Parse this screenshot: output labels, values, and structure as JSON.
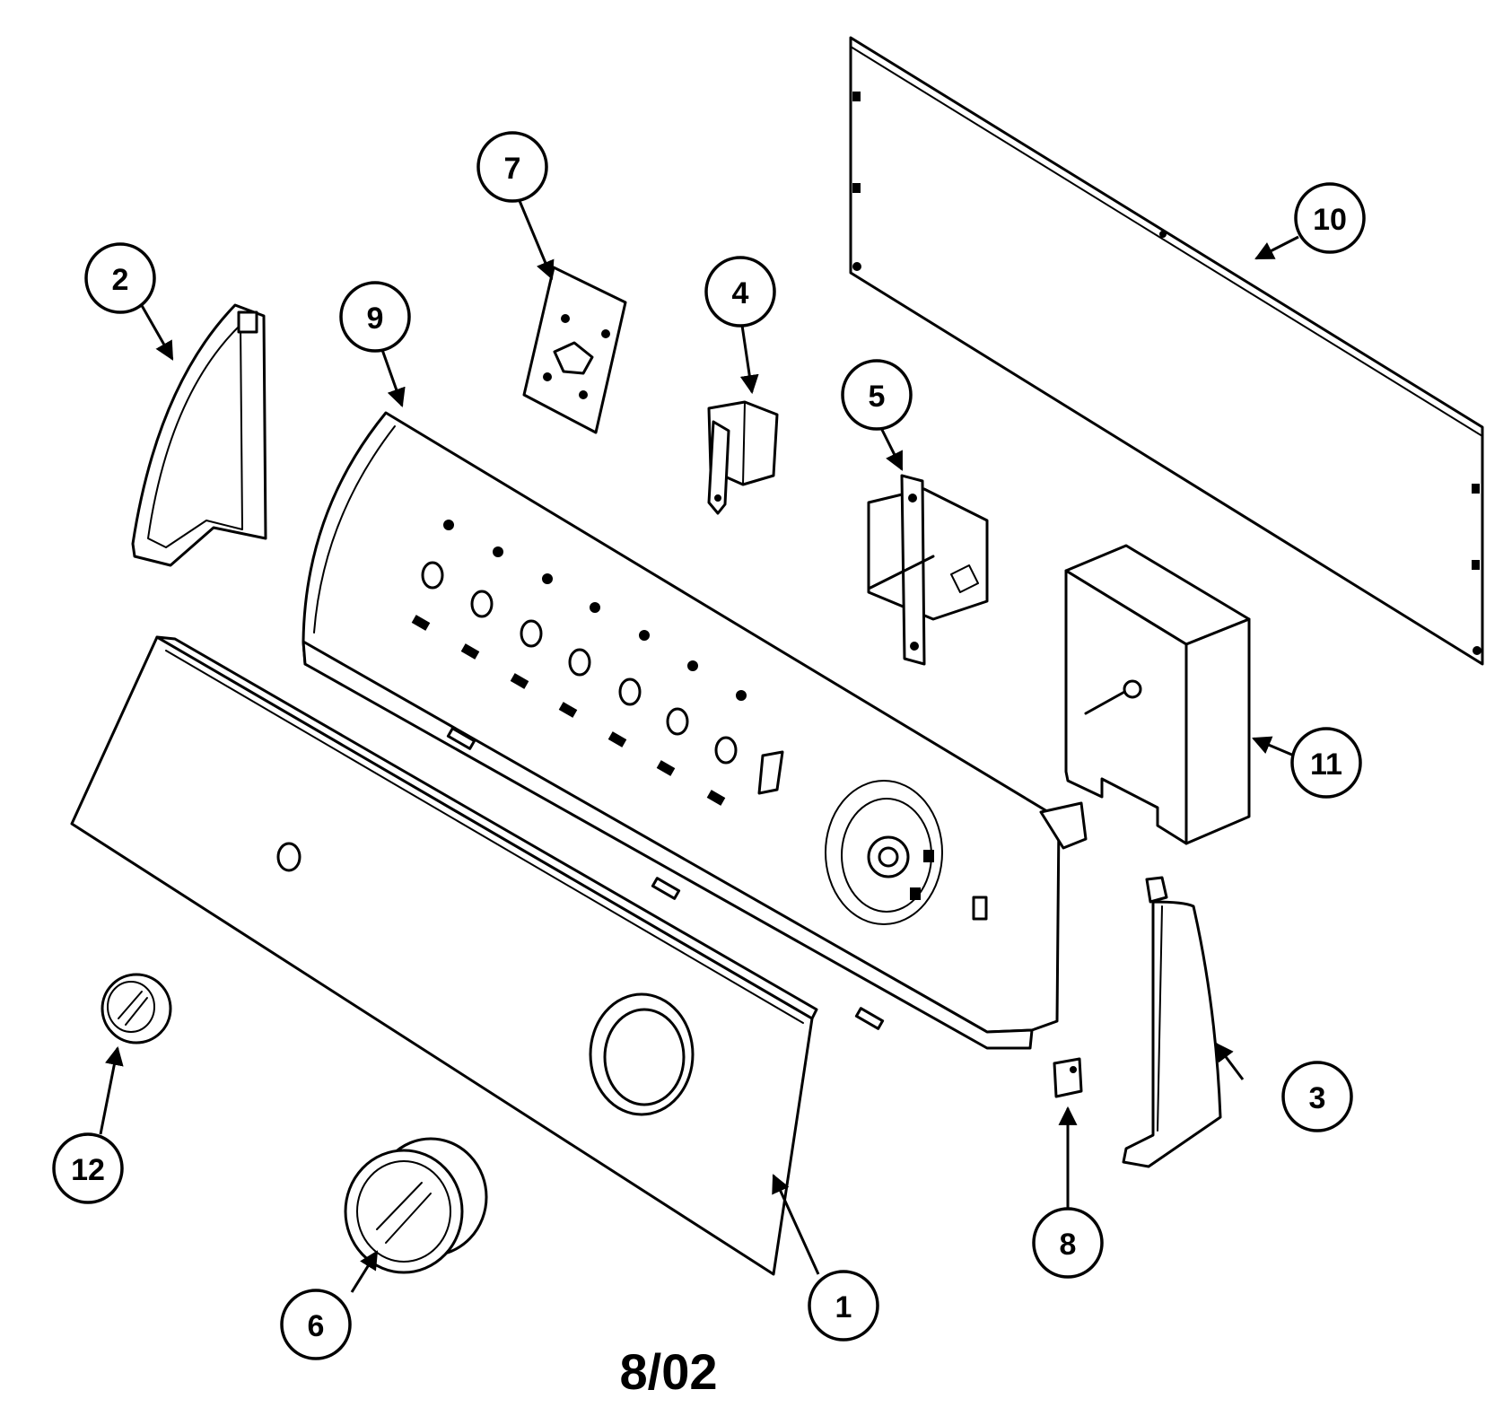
{
  "diagram": {
    "date_code": "8/02",
    "callouts": [
      "1",
      "2",
      "3",
      "4",
      "5",
      "6",
      "7",
      "8",
      "9",
      "10",
      "11",
      "12"
    ]
  },
  "colors": {
    "line": "#000000",
    "background": "#ffffff"
  }
}
